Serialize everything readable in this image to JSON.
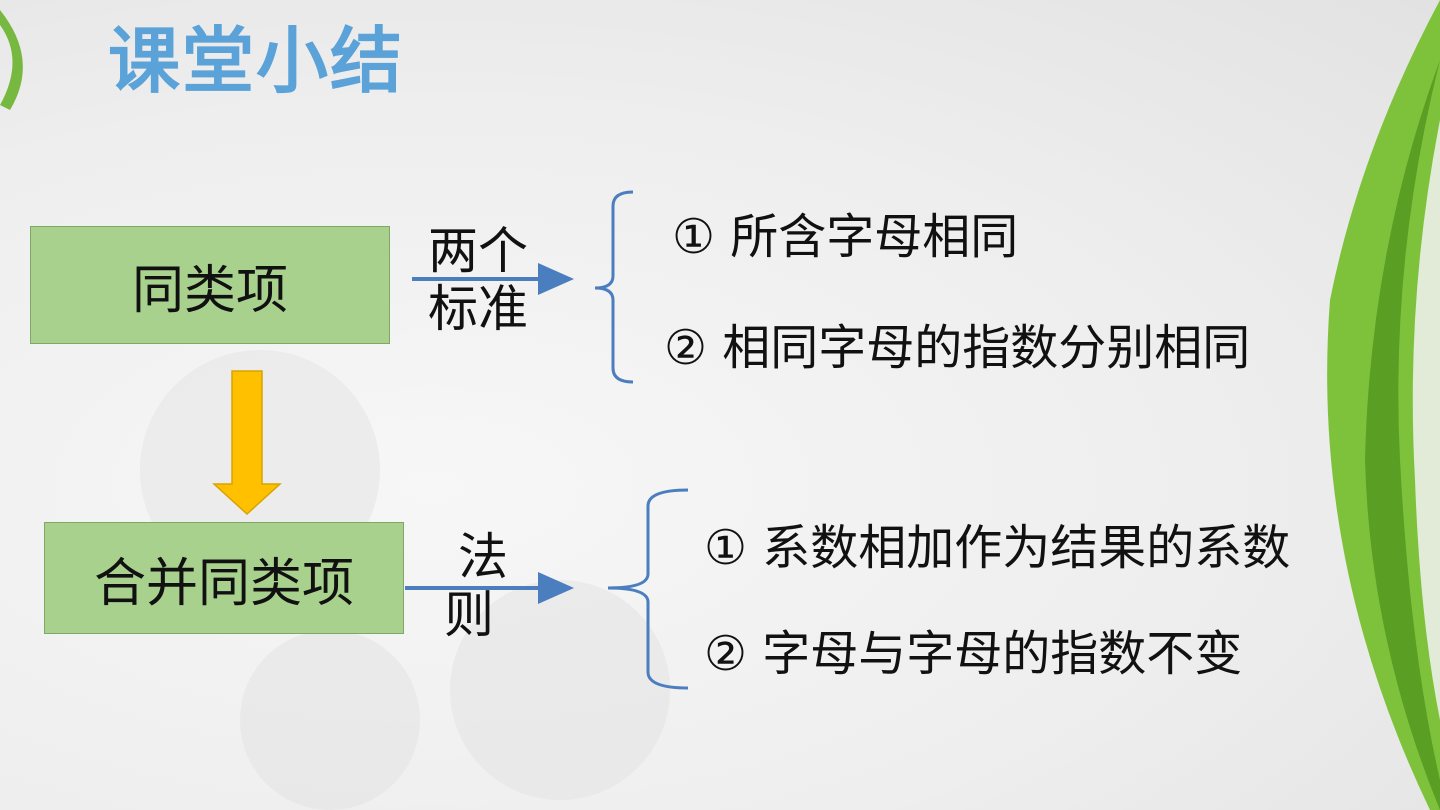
{
  "title": "课堂小结",
  "box_top": "同类项",
  "box_bottom": "合并同类项",
  "label_top_line1": "两个",
  "label_top_line2": "标准",
  "label_bottom_line1": "法",
  "label_bottom_line2": "则",
  "criteria": [
    "① 所含字母相同",
    "② 相同字母的指数分别相同"
  ],
  "rules": [
    "① 系数相加作为结果的系数",
    "② 字母与字母的指数不变"
  ],
  "colors": {
    "title": "#5aa2d8",
    "box_fill": "#a9d18e",
    "arrow_blue": "#4a7ebf",
    "down_arrow": "#ffc000",
    "bracket": "#4a7ebf",
    "swoosh": "#6ab42d"
  }
}
